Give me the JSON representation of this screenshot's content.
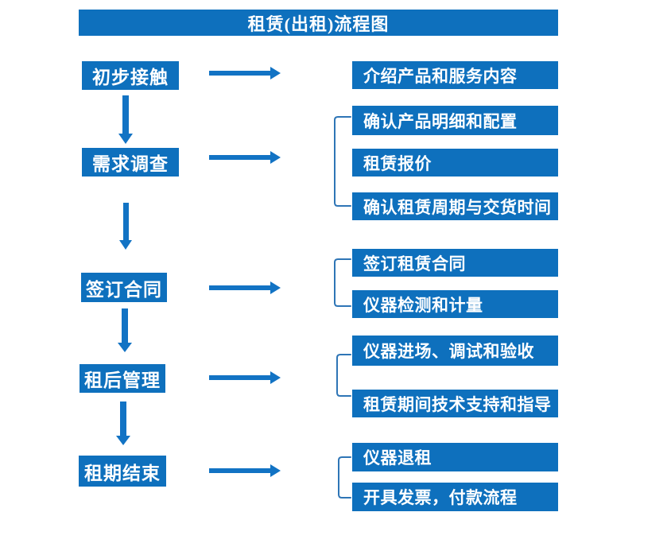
{
  "title": "租赁(出租)流程图",
  "colors": {
    "box_blue": "#0e70bd",
    "arrow_blue": "#1273c4",
    "bracket_blue": "#2e75b6",
    "box_text": "#ffffff",
    "background": "#ffffff"
  },
  "steps": [
    {
      "label": "初步接触",
      "details": [
        "介绍产品和服务内容"
      ]
    },
    {
      "label": "需求调查",
      "details": [
        "确认产品明细和配置",
        "租赁报价",
        "确认租赁周期与交货时间"
      ]
    },
    {
      "label": "签订合同",
      "details": [
        "签订租赁合同",
        "仪器检测和计量"
      ]
    },
    {
      "label": "租后管理",
      "details": [
        "仪器进场、调试和验收",
        "租赁期间技术支持和指导"
      ]
    },
    {
      "label": "租期结束",
      "details": [
        "仪器退租",
        "开具发票，付款流程"
      ]
    }
  ]
}
